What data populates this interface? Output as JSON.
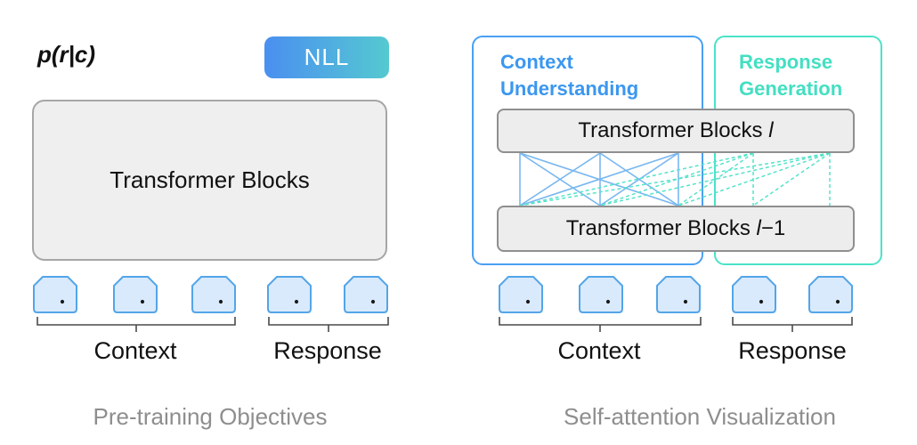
{
  "colors": {
    "blue_accent": "#3B97F0",
    "teal_accent": "#43DFC2",
    "nll_gradient_start": "#4A8FF0",
    "nll_gradient_end": "#55C9D1",
    "token_fill": "#D9EAFC",
    "token_border": "#53A5E8",
    "block_fill": "#EFEFEF",
    "block_border": "#A6A6A6",
    "attention_blue": "#78B7F0",
    "attention_teal": "#55E3CA",
    "bracket_gray": "#4A4A4A",
    "caption_gray": "#8E8E8E"
  },
  "left_panel": {
    "formula": "p(r|c)",
    "nll_label": "NLL",
    "block_label": "Transformer Blocks",
    "context_label": "Context",
    "response_label": "Response",
    "caption": "Pre-training Objectives"
  },
  "right_panel": {
    "context_understanding": {
      "line1": "Context",
      "line2": "Understanding"
    },
    "response_generation": {
      "line1": "Response",
      "line2": "Generation"
    },
    "block_upper": {
      "prefix": "Transformer Blocks ",
      "layer": "l"
    },
    "block_lower": {
      "prefix": "Transformer Blocks ",
      "layer": "l",
      "suffix": "−1"
    },
    "context_label": "Context",
    "response_label": "Response",
    "caption": "Self-attention Visualization"
  }
}
